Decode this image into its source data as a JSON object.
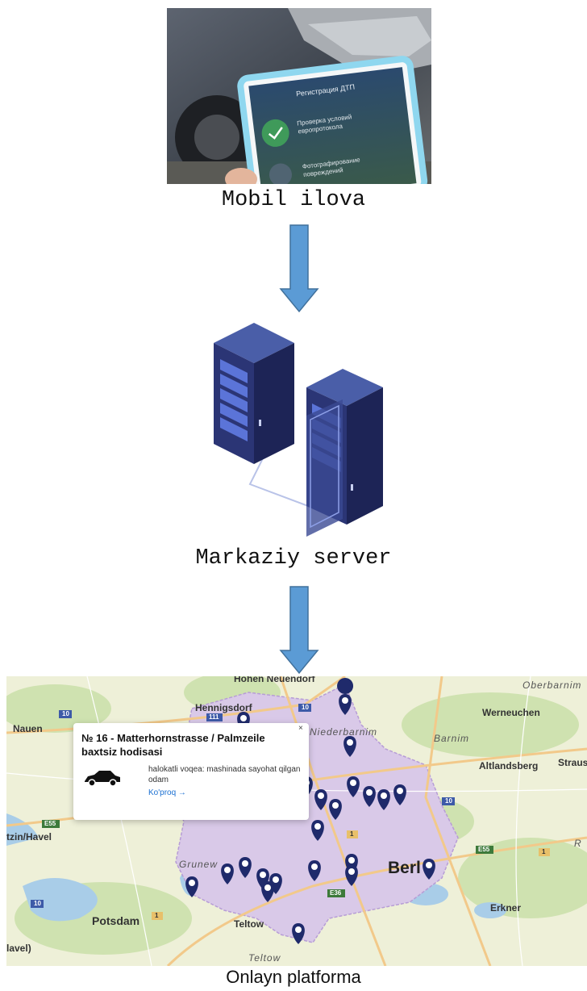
{
  "steps": [
    {
      "caption": "Mobil ilova",
      "icon": "tablet-photo"
    },
    {
      "caption": "Markaziy server",
      "icon": "server-racks"
    },
    {
      "caption": "Onlayn platforma",
      "icon": "map-platform"
    }
  ],
  "tablet_screen": {
    "header": "Регистрация ДТП",
    "item1": "Проверка условий",
    "item1b": "европротокола",
    "item2": "Фотографирование",
    "item2b": "повреждений"
  },
  "popup": {
    "title": "№ 16 - Matterhornstrasse / Palmzeile baxtsiz hodisasi",
    "description": "halokatli voqea: mashinada sayohat qilgan odam",
    "link": "Ko'proq →",
    "close": "×",
    "icon": "car-icon"
  },
  "map_labels": {
    "hohen": "Hohen Neuendorf",
    "oberbarnim": "Oberbarnim",
    "hennigsdorf": "Hennigsdorf",
    "werneuchen": "Werneuchen",
    "nauen": "Nauen",
    "niederbarnim": "Niederbarnim",
    "barnim": "Barnim",
    "altlandsberg": "Altlandsberg",
    "straus": "Straus",
    "falkensee": "tzin/Havel",
    "grunewald": "Grunew",
    "berlin": "Berl",
    "potsdam": "Potsdam",
    "teltow": "Teltow",
    "teltow2": "Teltow",
    "erkner": "Erkner",
    "havel": "lavel)",
    "r": "R",
    "road10a": "10",
    "road10b": "10",
    "road10c": "10",
    "road10d": "10",
    "road111": "111",
    "roadE55a": "E55",
    "roadE55b": "E55",
    "roadE36": "E36",
    "road1a": "1",
    "road1b": "1",
    "road1c": "1"
  },
  "colors": {
    "arrow": "#5b9bd5",
    "arrow_border": "#41719c",
    "marker": "#1f2a6b",
    "city_area": "#d9c9e8",
    "map_base": "#eef0d8"
  }
}
